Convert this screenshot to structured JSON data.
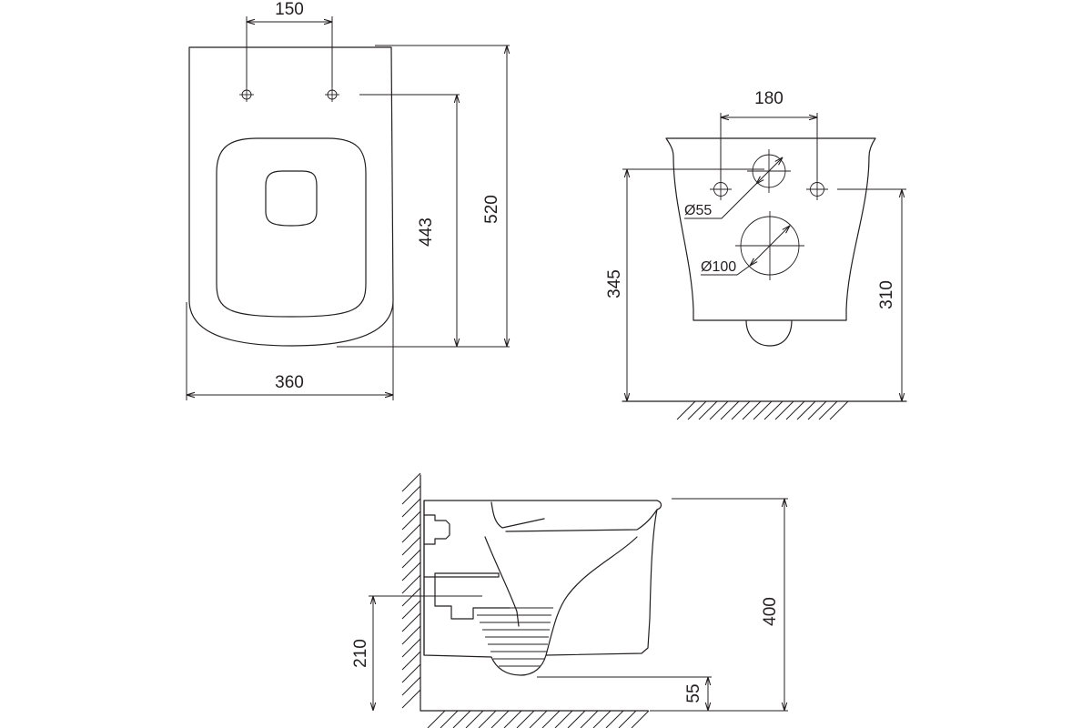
{
  "top_view": {
    "dim_hole_spacing": "150",
    "dim_hole_to_front": "443",
    "dim_length": "520",
    "dim_width": "360"
  },
  "back_view": {
    "dim_bolt_spacing": "180",
    "dim_pipe_small": "Ø55",
    "dim_pipe_large": "Ø100",
    "dim_height_left": "345",
    "dim_height_right": "310"
  },
  "side_view": {
    "dim_outlet_height": "210",
    "dim_total_height": "400",
    "dim_bottom_offset": "55"
  }
}
